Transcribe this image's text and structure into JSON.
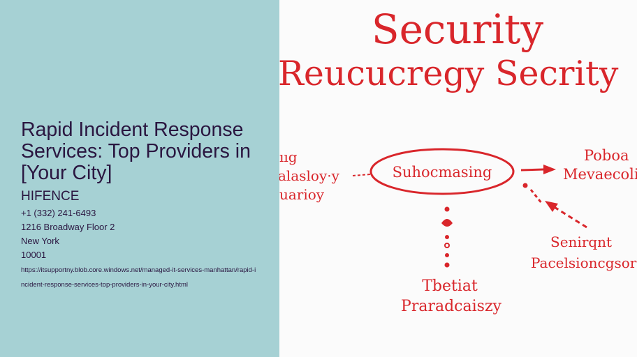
{
  "article": {
    "title": "Rapid Incident Response Services: Top Providers in [Your City]",
    "company": "HIFENCE",
    "phone": "+1 (332) 241-6493",
    "address_line": "1216 Broadway Floor 2",
    "city": "New York",
    "zip": "10001",
    "url": "https://itsupportny.blob.core.windows.net/managed-it-services-manhattan/rapid-incident-response-services-top-providers-in-your-city.html"
  },
  "illustration": {
    "heading_line1": "Security",
    "heading_line2": "Reucucregy Secrity",
    "center_label": "Suhocmasing",
    "left_label_1": "ııg",
    "left_label_2": "alasloy·y",
    "left_label_3": "uarioy",
    "right_label_1": "Poboa",
    "right_label_2": "Mevaecoli",
    "lower_right_1": "Senirqnt",
    "lower_right_2": "Pacelsioncgsor",
    "bottom_1": "Tbetiat",
    "bottom_2": "Praradcaiszy",
    "accent_color": "#d9262b",
    "left_panel_color": "#a6d1d4",
    "text_color": "#2a1640"
  }
}
